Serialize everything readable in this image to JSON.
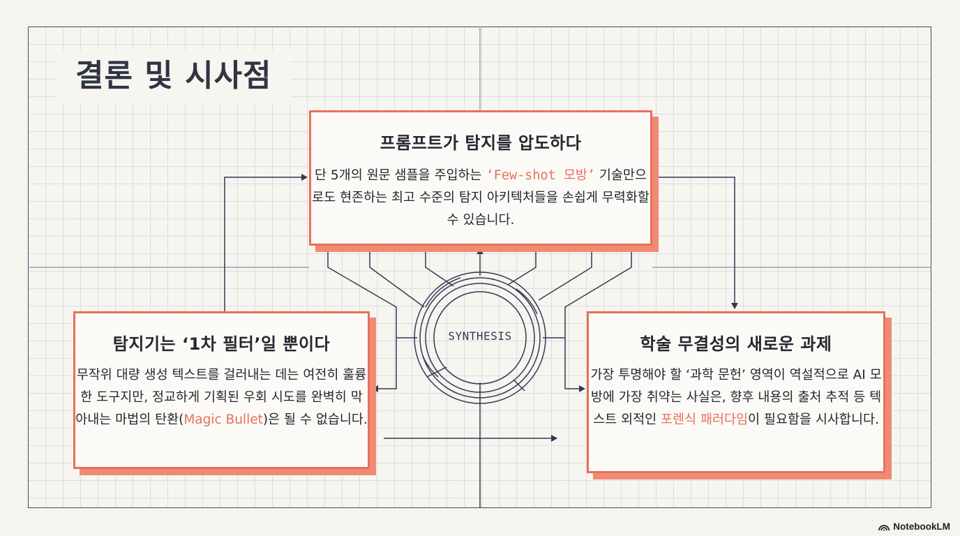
{
  "page": {
    "title": "결론 및 시사점"
  },
  "hub": {
    "label": "SYNTHESIS"
  },
  "cards": {
    "top": {
      "title": "프롬프트가 탐지를 압도하다",
      "text_1": "단 5개의 원문 샘플을 주입하는 ",
      "highlight": "‘Few-shot 모방’",
      "text_2": " 기술만으로도 현존하는 최고 수준의 탐지 아키텍처들을 손쉽게 무력화할 수 있습니다."
    },
    "left": {
      "title": "탐지기는 ‘1차 필터’일 뿐이다",
      "text_1": "무작위 대량 생성 텍스트를 걸러내는 데는 여전히 훌륭한 도구지만, 정교하게 기획된 우회 시도를 완벽히 막아내는 마법의 탄환(",
      "highlight": "Magic Bullet",
      "text_2": ")은 될 수 없습니다."
    },
    "right": {
      "title": "학술 무결성의 새로운 과제",
      "text_1": "가장 투명해야 할 ‘과학 문헌’ 영역이 역설적으로 AI 모방에 가장 취약는 사실은, 향후 내용의 출처 추적 등 텍스트 외적인 ",
      "highlight": "포렌식 패러다임",
      "text_2": "이 필요함을 시사합니다."
    }
  },
  "branding": {
    "label": "NotebookLM",
    "icon": "notebooklm-logo-icon"
  },
  "colors": {
    "accent": "#e8705a",
    "line": "#3e4a63",
    "grid": "#dcdde0",
    "background": "#f7f5f0"
  }
}
